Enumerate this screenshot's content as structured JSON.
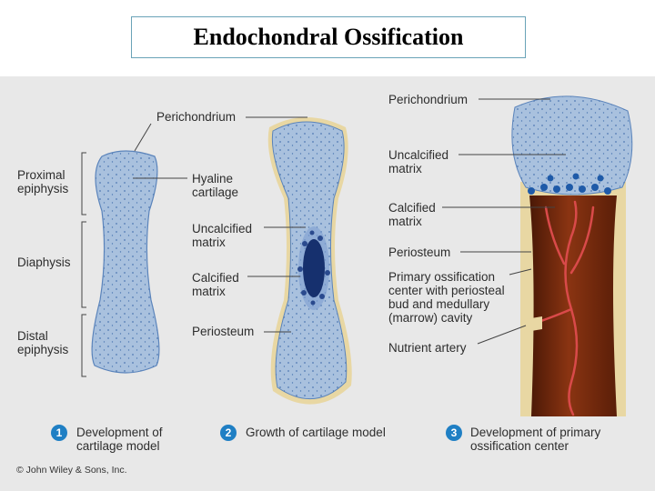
{
  "title": "Endochondral Ossification",
  "labels": {
    "proximal_epiphysis": "Proximal\nepiphysis",
    "diaphysis": "Diaphysis",
    "distal_epiphysis": "Distal\nepiphysis",
    "perichondrium_1": "Perichondrium",
    "hyaline_cartilage": "Hyaline\ncartilage",
    "uncalcified_matrix_2": "Uncalcified\nmatrix",
    "calcified_matrix_2": "Calcified\nmatrix",
    "periosteum_2": "Periosteum",
    "perichondrium_3": "Perichondrium",
    "uncalcified_matrix_3": "Uncalcified\nmatrix",
    "calcified_matrix_3": "Calcified\nmatrix",
    "periosteum_3": "Periosteum",
    "primary_ossification": "Primary ossification\ncenter with periosteal\nbud and medullary\n(marrow) cavity",
    "nutrient_artery": "Nutrient artery"
  },
  "stages": [
    {
      "number": "1",
      "caption": "Development of\ncartilage model"
    },
    {
      "number": "2",
      "caption": "Growth of cartilage model"
    },
    {
      "number": "3",
      "caption": "Development of primary\nossification center"
    }
  ],
  "copyright": "© John Wiley & Sons, Inc.",
  "colors": {
    "cartilage": "#a9c1de",
    "cartilage_dots": "#4f79b3",
    "calcified": "#16306e",
    "periosteum": "#e8d7a3",
    "marrow": "#7a2a0f",
    "artery": "#d94a4a",
    "badge": "#1f7fc4"
  }
}
